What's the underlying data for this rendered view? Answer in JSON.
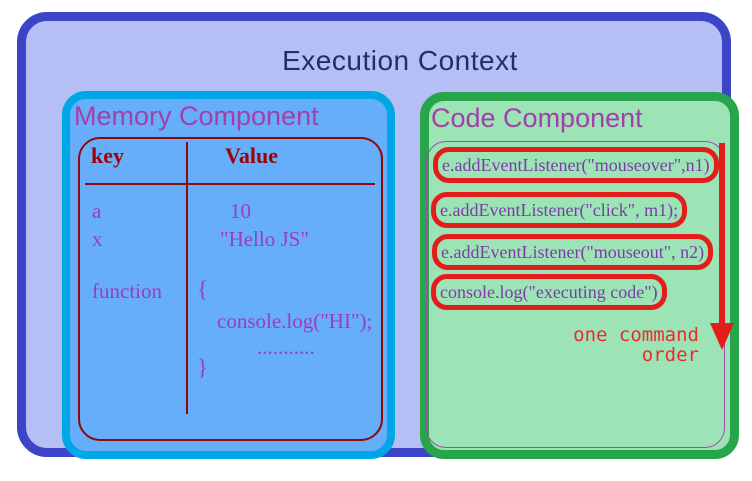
{
  "title": "Execution Context",
  "memory": {
    "title": "Memory Component",
    "table": {
      "key_header": "key",
      "value_header": "Value",
      "rows": [
        {
          "key": "a",
          "value": "10"
        },
        {
          "key": "x",
          "value": "\"Hello JS\""
        },
        {
          "key": "function",
          "value": "{"
        }
      ],
      "function_body": [
        "console.log(\"HI\");",
        "...........",
        "}"
      ]
    }
  },
  "code": {
    "title": "Code Component",
    "lines": [
      "e.addEventListener(\"mouseover\",n1)",
      "e.addEventListener(\"click\", m1);",
      "e.addEventListener(\"mouseout\", n2)",
      "console.log(\"executing code\")"
    ],
    "annotation": {
      "line1": "one command",
      "line2": "order"
    }
  },
  "colors": {
    "outer_border": "#3d44c6",
    "outer_fill": "#b5bff6",
    "title_text": "#232d6e",
    "memory_border": "#00a7e7",
    "memory_fill": "#67aefa",
    "component_title_text": "#a43fa9",
    "table_line_dark_red": "#8e0808",
    "memory_value_purple": "#9b3cc0",
    "code_border": "#27a54b",
    "code_fill": "#9ce3b6",
    "code_text_purple": "#7d3ba6",
    "highlight_red": "#e51c1c"
  }
}
